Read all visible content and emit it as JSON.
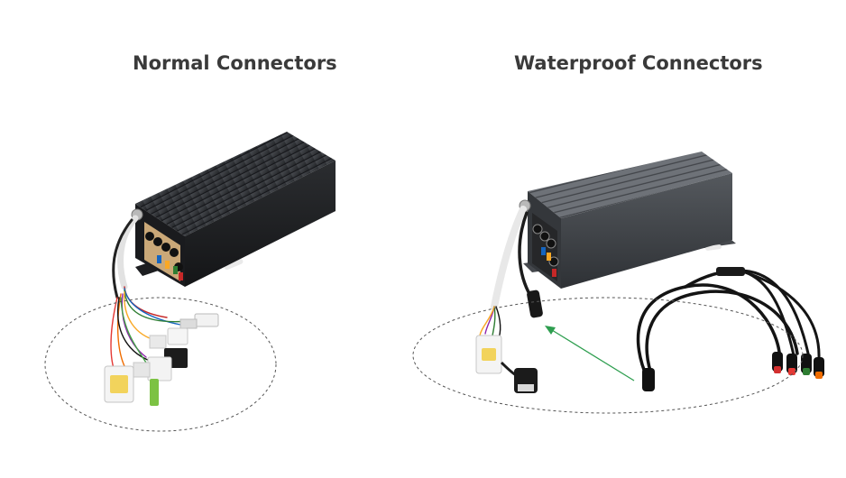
{
  "panels": {
    "left": {
      "title": "Normal Connectors"
    },
    "right": {
      "title": "Waterproof Connectors"
    }
  },
  "colors": {
    "title": "#3a3a3a",
    "controller_body": "#2b2d30",
    "controller_body_gray": "#5c6066",
    "arrow": "#2e9e4f",
    "ellipse": "#555555"
  },
  "icons": [
    "dashed-ellipse",
    "green-arrow"
  ]
}
